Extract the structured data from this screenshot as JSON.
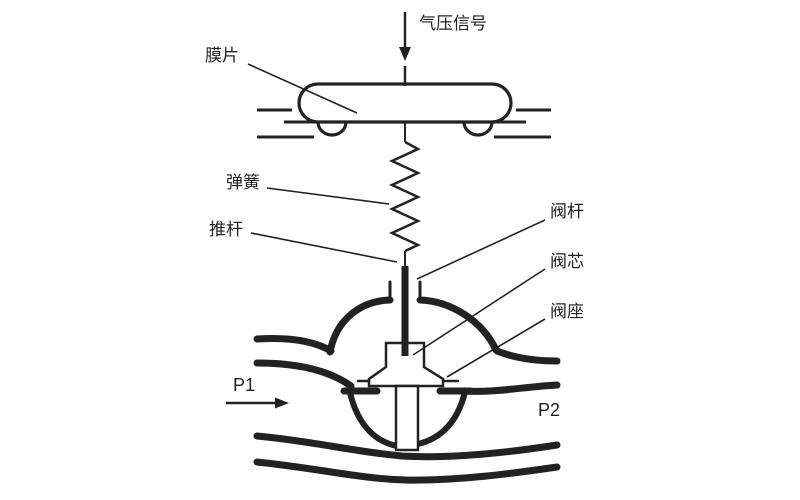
{
  "diagram": {
    "description": "pneumatic-control-valve-cross-section",
    "labels": {
      "air_signal": "气压信号",
      "diaphragm": "膜片",
      "spring": "弹簧",
      "push_rod": "推杆",
      "valve_stem": "阀杆",
      "valve_plug": "阀芯",
      "valve_seat": "阀座",
      "inlet_pressure": "P1",
      "outlet_pressure": "P2"
    },
    "colors": {
      "line": "#222222",
      "background": "#ffffff"
    }
  }
}
